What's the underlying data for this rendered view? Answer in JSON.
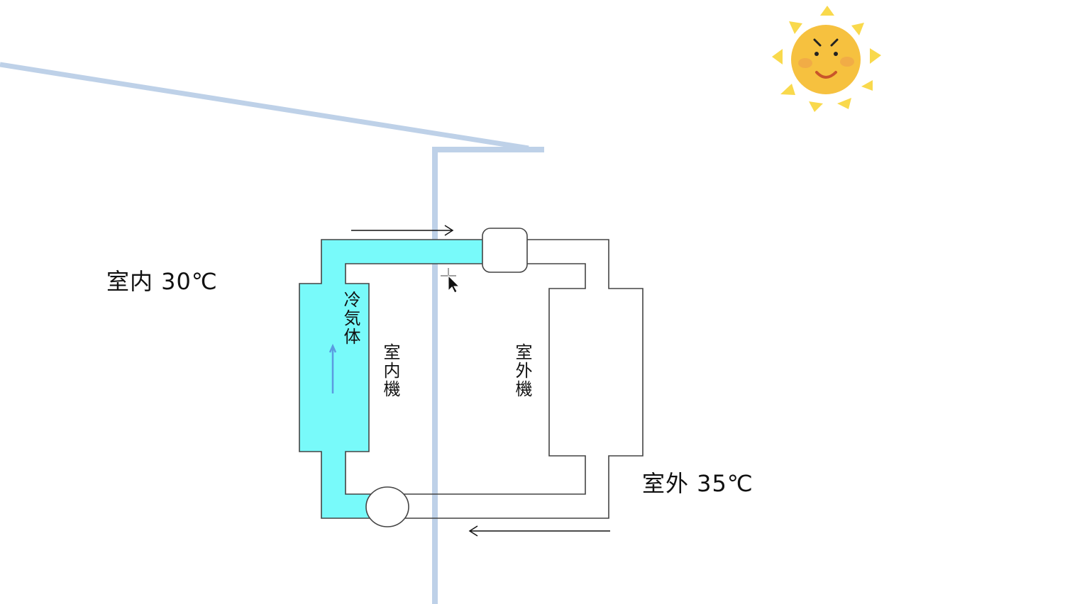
{
  "labels": {
    "indoor_temp": "室内 30℃",
    "outdoor_temp": "室外 35℃",
    "cold_gas": "冷気体",
    "indoor_unit": "室内機",
    "outdoor_unit": "室外機"
  },
  "colors": {
    "refrigerant_cold": "#78fafa",
    "wall": "#bed1e8",
    "sun_face": "#f6c13f",
    "sun_rays": "#f9d94c",
    "flow_arrow_blue": "#5b9be0"
  },
  "icons": [
    "sun-icon",
    "compressor",
    "expansion-valve",
    "cursor-move-icon"
  ]
}
